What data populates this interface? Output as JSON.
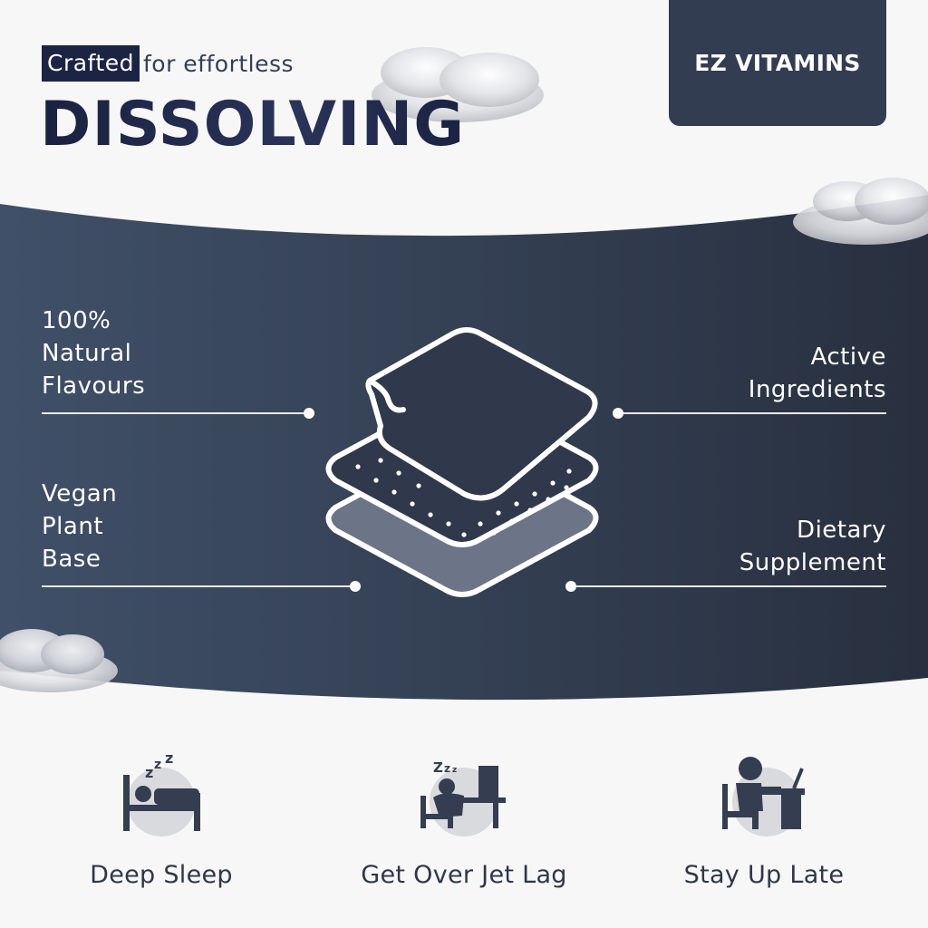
{
  "header": {
    "crafted": "Crafted",
    "crafted_rest": "for effortless",
    "headline": "DISSOLVING",
    "brand": "EZ VITAMINS"
  },
  "features": {
    "left_top": "100%\nNatural\nFlavours",
    "left_bottom": "Vegan\nPlant\nBase",
    "right_top": "Active\nIngredients",
    "right_bottom": "Dietary\nSupplement"
  },
  "benefits": [
    {
      "label": "Deep Sleep",
      "icon": "sleeping-person-icon"
    },
    {
      "label": "Get Over Jet Lag",
      "icon": "tired-at-desk-icon"
    },
    {
      "label": "Stay Up Late",
      "icon": "working-late-icon"
    }
  ],
  "colors": {
    "navy": "#333d52",
    "band_left": "#3f4f66",
    "band_right": "#2a3346",
    "headline": "#1f2848",
    "text_dark": "#2f3747"
  }
}
